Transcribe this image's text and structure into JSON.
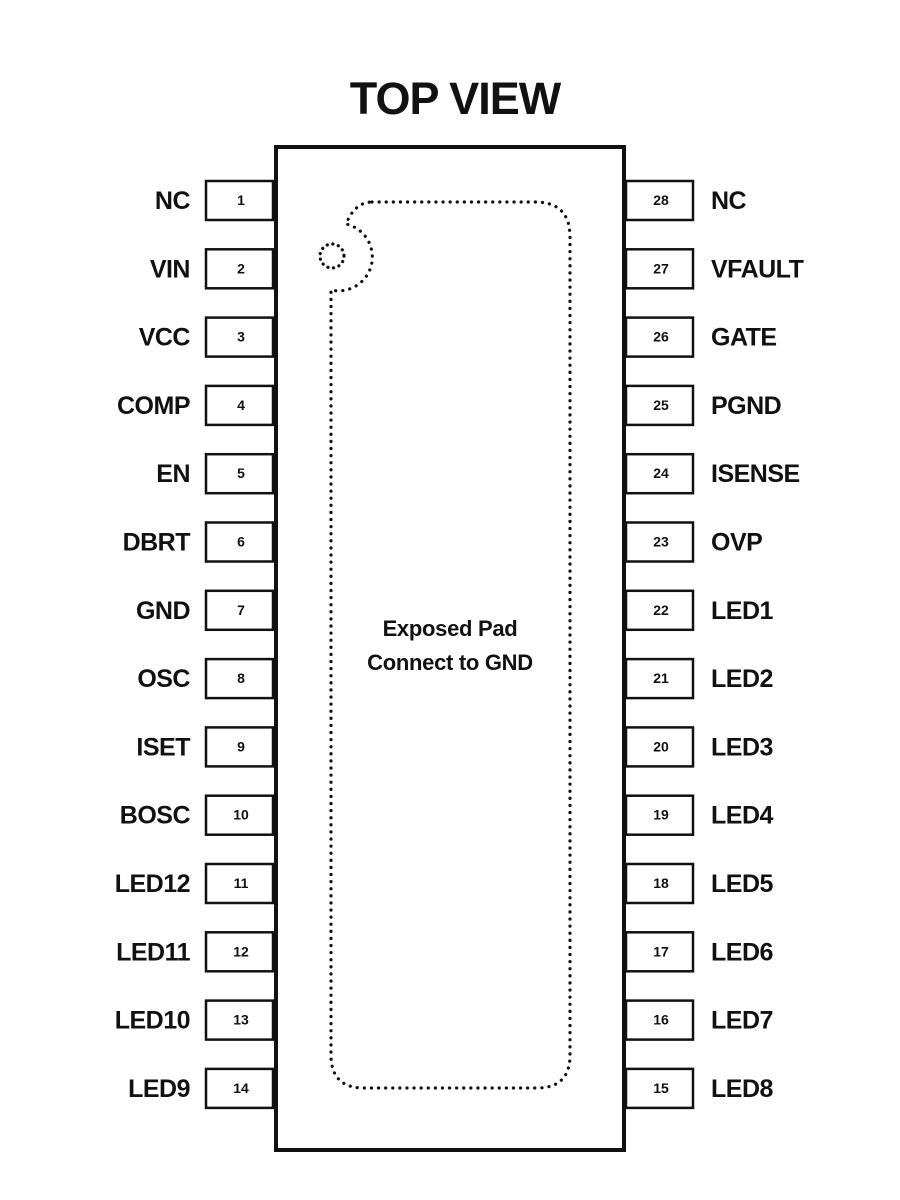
{
  "title": "TOP VIEW",
  "pad_label": [
    "Exposed Pad",
    "Connect to GND"
  ],
  "left_pins": [
    {
      "num": "1",
      "name": "NC"
    },
    {
      "num": "2",
      "name": "VIN"
    },
    {
      "num": "3",
      "name": "VCC"
    },
    {
      "num": "4",
      "name": "COMP"
    },
    {
      "num": "5",
      "name": "EN"
    },
    {
      "num": "6",
      "name": "DBRT"
    },
    {
      "num": "7",
      "name": "GND"
    },
    {
      "num": "8",
      "name": "OSC"
    },
    {
      "num": "9",
      "name": "ISET"
    },
    {
      "num": "10",
      "name": "BOSC"
    },
    {
      "num": "11",
      "name": "LED12"
    },
    {
      "num": "12",
      "name": "LED11"
    },
    {
      "num": "13",
      "name": "LED10"
    },
    {
      "num": "14",
      "name": "LED9"
    }
  ],
  "right_pins": [
    {
      "num": "28",
      "name": "NC"
    },
    {
      "num": "27",
      "name": "VFAULT"
    },
    {
      "num": "26",
      "name": "GATE"
    },
    {
      "num": "25",
      "name": "PGND"
    },
    {
      "num": "24",
      "name": "ISENSE"
    },
    {
      "num": "23",
      "name": "OVP"
    },
    {
      "num": "22",
      "name": "LED1"
    },
    {
      "num": "21",
      "name": "LED2"
    },
    {
      "num": "20",
      "name": "LED3"
    },
    {
      "num": "19",
      "name": "LED4"
    },
    {
      "num": "18",
      "name": "LED5"
    },
    {
      "num": "17",
      "name": "LED6"
    },
    {
      "num": "16",
      "name": "LED7"
    },
    {
      "num": "15",
      "name": "LED8"
    }
  ]
}
